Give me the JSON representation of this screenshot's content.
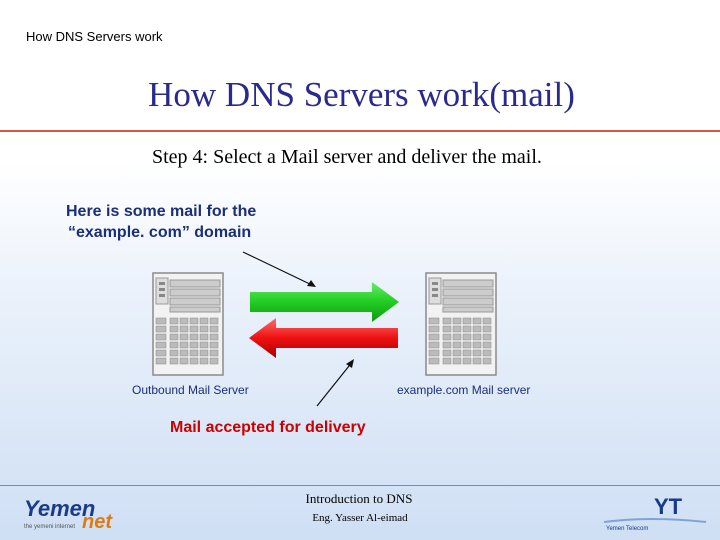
{
  "header": {
    "label": "How DNS Servers work"
  },
  "title": "How DNS Servers work(mail)",
  "subtitle": "Step 4: Select a Mail server and deliver the mail.",
  "diagram": {
    "callout_top": [
      "Here is some mail for the",
      "“example. com” domain"
    ],
    "callout_bottom": "Mail accepted for delivery",
    "left_server_caption": "Outbound Mail Server",
    "right_server_caption": "example.com Mail server",
    "colors": {
      "forward_arrow": "#22cc22",
      "return_arrow": "#ee1111",
      "title": "#2a2a8c",
      "rule": "#d9534f"
    }
  },
  "footer": {
    "line1": "Introduction to DNS",
    "line2": "Eng. Yasser Al-eimad",
    "left_logo": {
      "primary": "Yemen",
      "secondary": "net",
      "tagline": "the yemeni internet"
    },
    "right_logo": {
      "mark": "YT",
      "caption": "Yemen Telecom"
    }
  }
}
